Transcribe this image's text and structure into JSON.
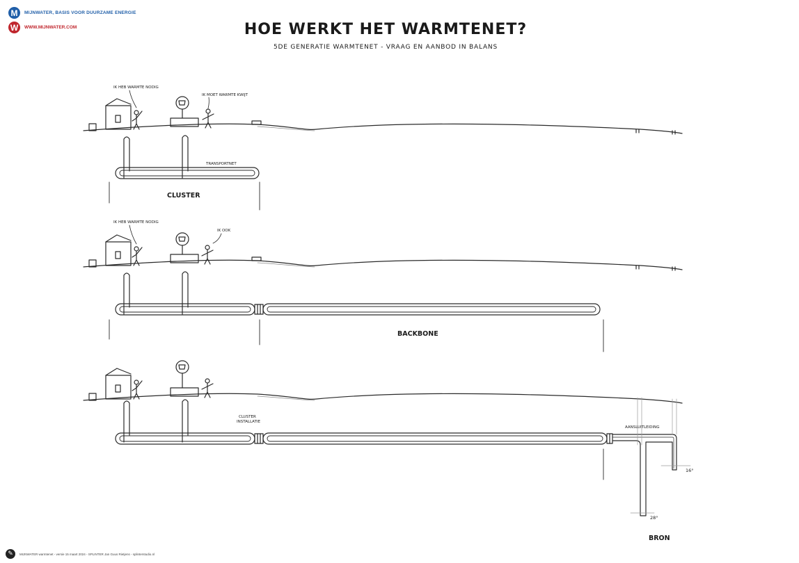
{
  "header": {
    "brand_mark_top": "M",
    "brand_mark_bottom": "W",
    "tagline": "MIJNWATER, BASIS VOOR DUURZAME ENERGIE",
    "url": "WWW.MIJNWATER.COM"
  },
  "title": "HOE WERKT HET WARMTENET?",
  "subtitle": "5DE GENERATIE WARMTENET - VRAAG EN AANBOD IN BALANS",
  "panels": [
    {
      "speech_left": "IK HEB WARMTE NODIG",
      "speech_right": "IK MOET WARMTE KWIJT",
      "pipe_label": "TRANSPORTNET",
      "section_label": "CLUSTER"
    },
    {
      "speech_left": "IK HEB WARMTE NODIG",
      "speech_right": "IK OOK",
      "section_label": "BACKBONE"
    },
    {
      "install_label_line1": "CLUSTER",
      "install_label_line2": "INSTALLATIE",
      "connection_label": "AANSLUITLEIDING",
      "temp_shallow": "16°",
      "temp_deep": "28°",
      "section_label": "BRON"
    }
  ],
  "footer": {
    "icon": "pen-icon",
    "text": "MIJNWATER warmtenet - versie 15 maart 2024 - SPLINTER Jan Guus Rietjens - splinterstudio.nl"
  }
}
